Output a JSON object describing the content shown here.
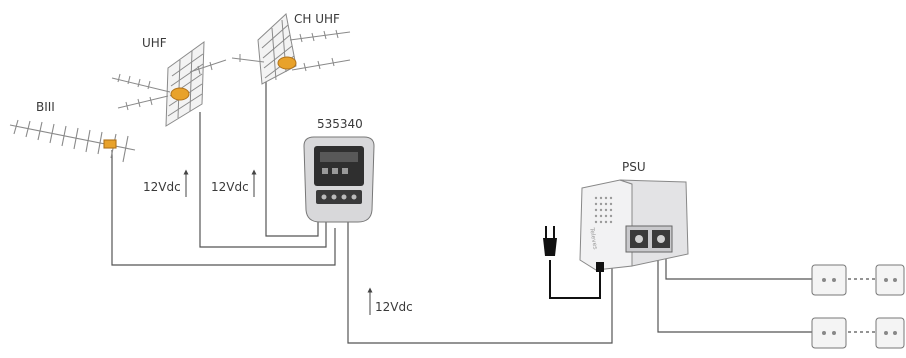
{
  "labels": {
    "biii": "BIII",
    "uhf": "UHF",
    "ch_uhf": "CH UHF",
    "amplifier_model": "535340",
    "psu": "PSU",
    "psu_brand": "Televes",
    "voltage_1": "12Vdc",
    "voltage_2": "12Vdc",
    "voltage_3": "12Vdc"
  },
  "colors": {
    "line": "#555555",
    "antenna_element": "#8a8a8a",
    "balun": "#e8a22b",
    "device_light": "#eeeeef",
    "device_dark": "#2b2b2b",
    "outlet": "#f4f4f4"
  },
  "icons": [
    "yagi-antenna",
    "panel-antenna",
    "multiband-amplifier",
    "power-supply-unit",
    "power-plug",
    "wall-outlet"
  ]
}
